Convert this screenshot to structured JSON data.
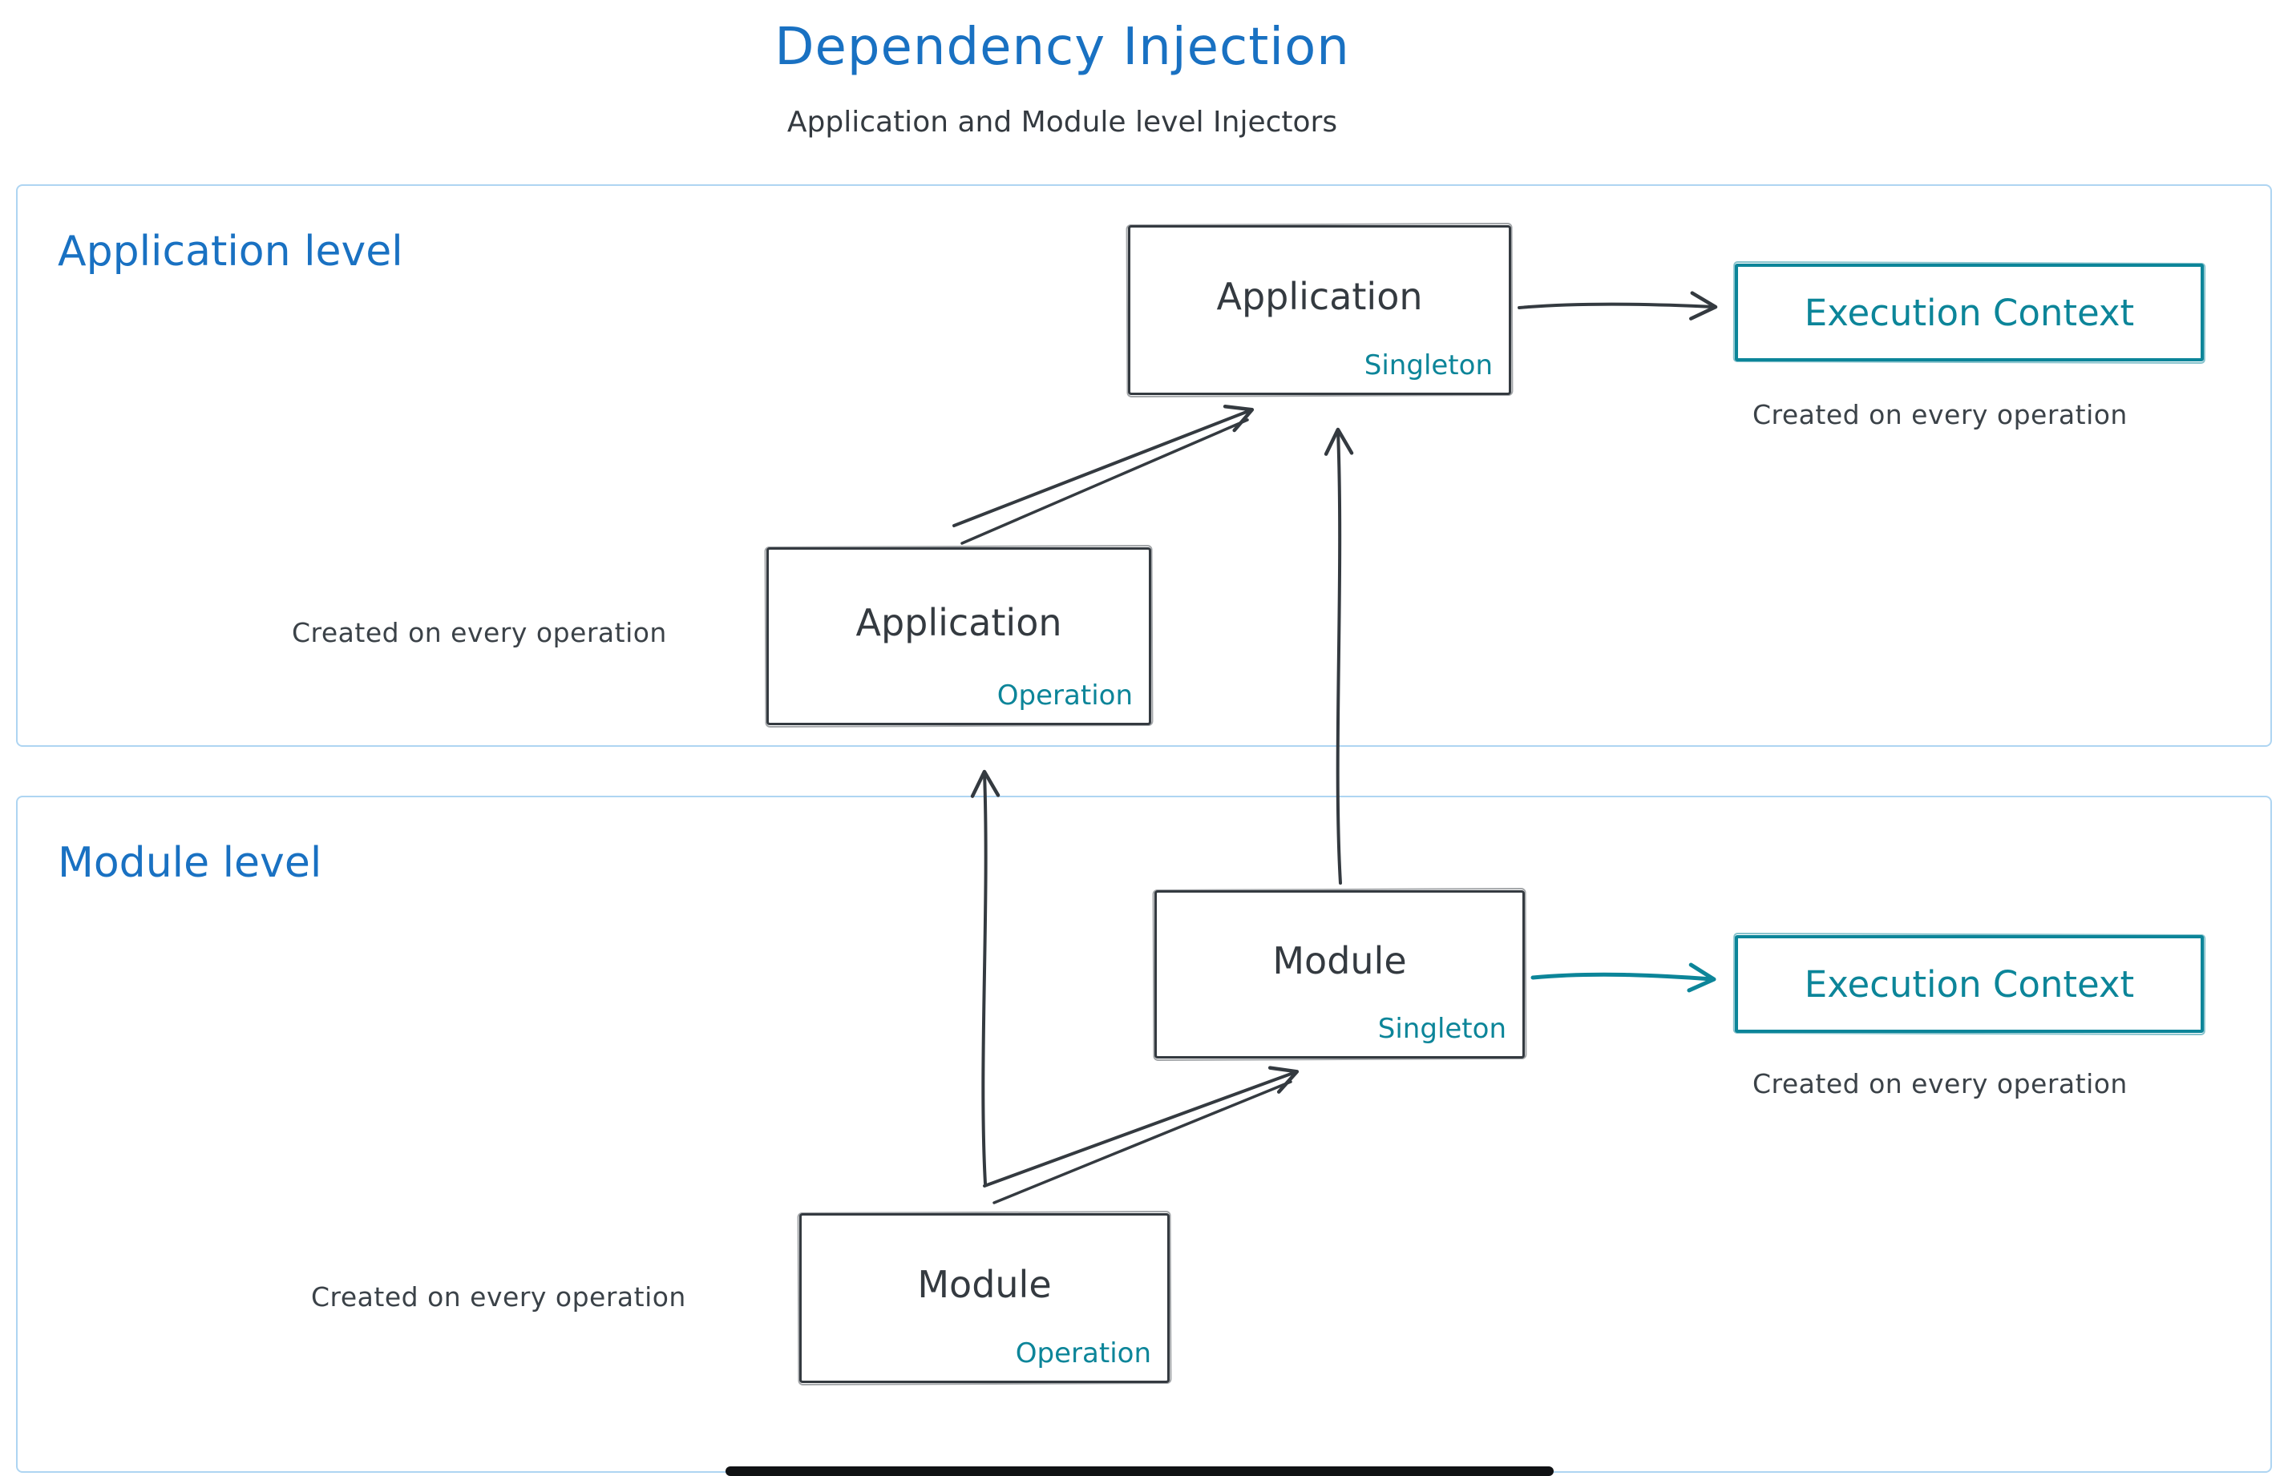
{
  "title": "Dependency Injection",
  "subtitle": "Application and Module level Injectors",
  "colors": {
    "accent_blue": "#1971c2",
    "ink_dark": "#343a40",
    "accent_teal": "#0c8599",
    "region_border": "#aed5f2"
  },
  "application_level": {
    "label": "Application level",
    "singleton_box": {
      "title": "Application",
      "tag": "Singleton"
    },
    "operation_box": {
      "title": "Application",
      "tag": "Operation"
    },
    "execution_context": {
      "label": "Execution Context",
      "caption": "Created on every operation"
    },
    "operation_caption": "Created on every operation"
  },
  "module_level": {
    "label": "Module level",
    "singleton_box": {
      "title": "Module",
      "tag": "Singleton"
    },
    "operation_box": {
      "title": "Module",
      "tag": "Operation"
    },
    "execution_context": {
      "label": "Execution Context",
      "caption": "Created on every operation"
    },
    "operation_caption": "Created on every operation"
  }
}
